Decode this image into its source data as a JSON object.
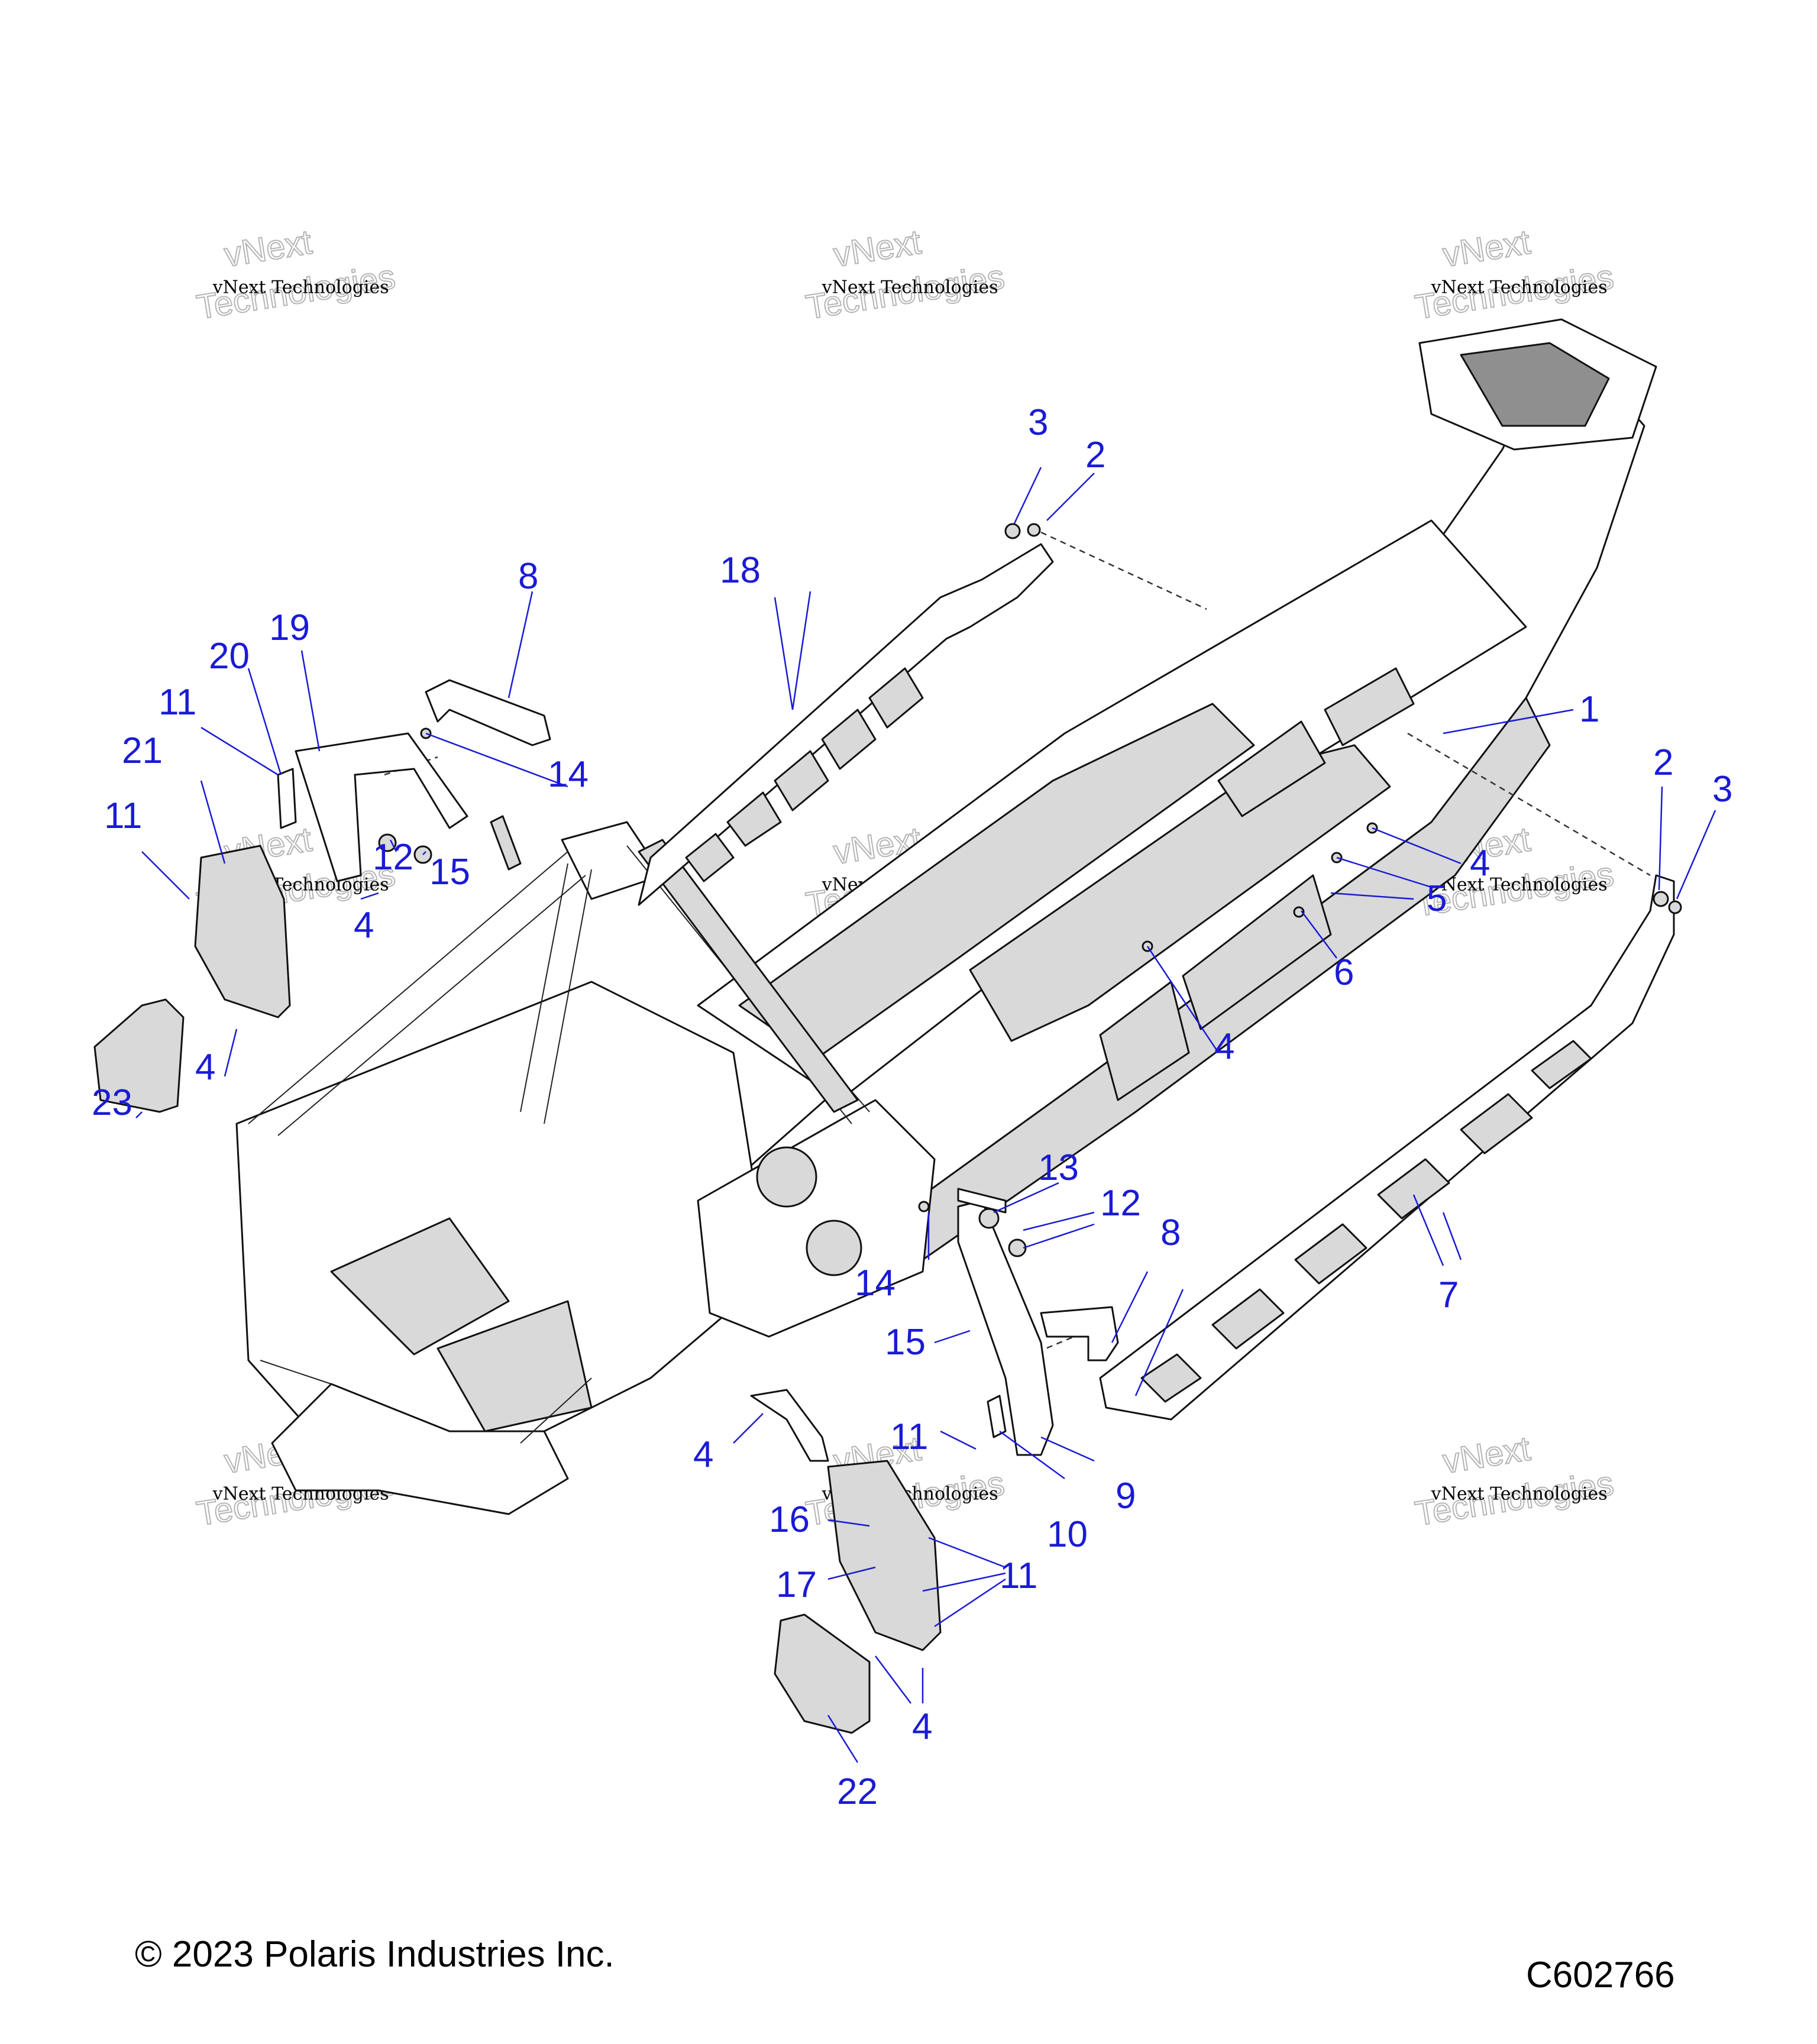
{
  "watermark": {
    "line1": "vNext Technologies",
    "line2a": "vNext",
    "line2b": "Technologies"
  },
  "callouts": [
    "1",
    "2",
    "3",
    "4",
    "5",
    "6",
    "7",
    "8",
    "9",
    "10",
    "11",
    "12",
    "13",
    "14",
    "15",
    "16",
    "17",
    "18",
    "19",
    "20",
    "21",
    "22",
    "23"
  ],
  "footer": {
    "copyright": "© 2023 Polaris Industries Inc.",
    "figure_id": "C602766"
  }
}
